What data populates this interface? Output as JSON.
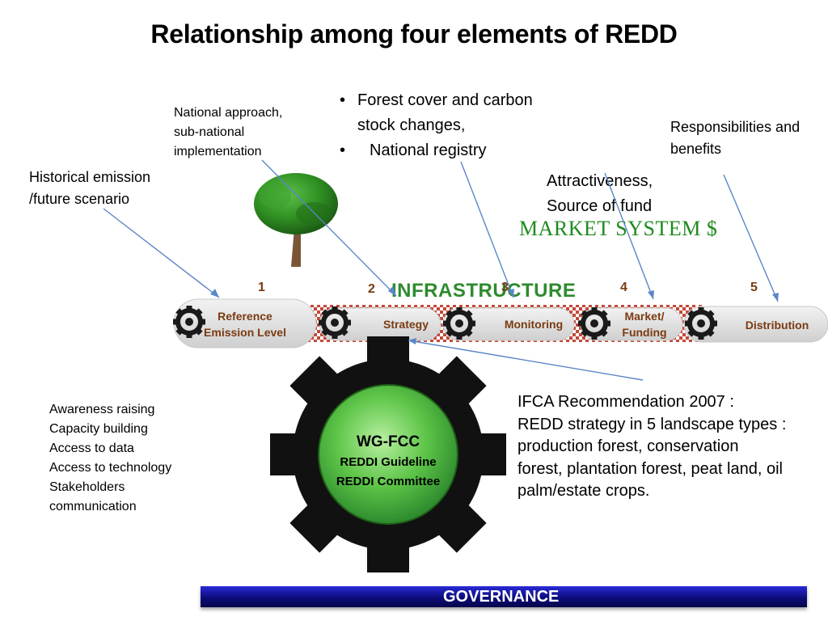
{
  "title": "Relationship among four elements of REDD",
  "labels": {
    "national_approach": [
      "National approach,",
      "sub-national",
      "implementation"
    ],
    "historical": [
      "Historical  emission",
      "/future scenario"
    ],
    "forest_bullets": [
      "Forest cover and carbon",
      "stock changes,",
      "National  registry"
    ],
    "responsibilities": [
      "Responsibilities and",
      "benefits"
    ],
    "attractiveness": [
      "Attractiveness,",
      "Source of fund"
    ],
    "market_system": "MARKET SYSTEM $",
    "infrastructure": "INFRASTRUCTURE"
  },
  "steps": [
    {
      "number": "1",
      "label": [
        "Reference",
        "Emission Level"
      ]
    },
    {
      "number": "2",
      "label": [
        "Strategy"
      ]
    },
    {
      "number": "3",
      "label": [
        "Monitoring"
      ]
    },
    {
      "number": "4",
      "label": [
        "Market/",
        "Funding"
      ]
    },
    {
      "number": "5",
      "label": [
        "Distribution"
      ]
    }
  ],
  "center_gear": {
    "title": "WG-FCC",
    "line2": "REDDI Guideline",
    "line3": "REDDI Committee"
  },
  "left_list": [
    "Awareness raising",
    "Capacity building",
    "Access to data",
    "Access to technology",
    "Stakeholders",
    "communication"
  ],
  "ifca": [
    "IFCA Recommendation 2007 :",
    "REDD strategy in 5 landscape types :",
    "production forest, conservation",
    "forest, plantation forest, peat land, oil",
    "palm/estate crops."
  ],
  "governance": "GOVERNANCE",
  "colors": {
    "arrow": "#5b86c8",
    "green": "#2e8b2e",
    "step_text": "#7a3b12",
    "governance_bar": "#0c0c7a"
  },
  "icons": [
    "tree-icon",
    "gear-icon"
  ]
}
